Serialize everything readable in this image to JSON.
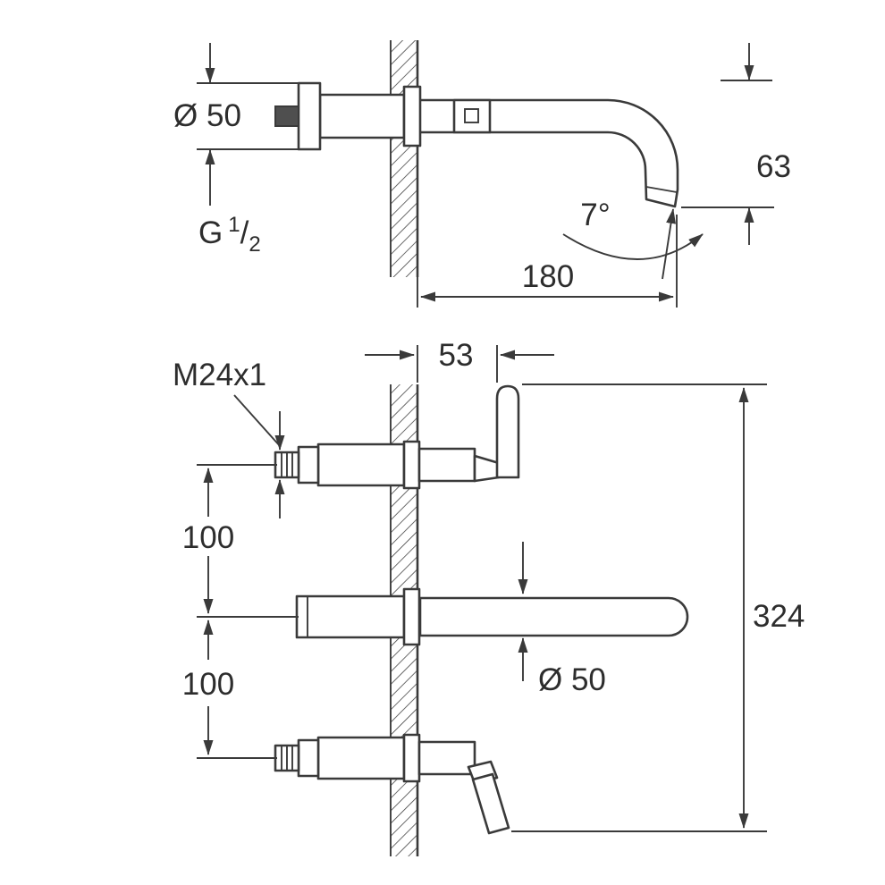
{
  "meta": {
    "line_color": "#3a3a3a",
    "background_color": "#ffffff"
  },
  "top_view": {
    "diameter_label": "Ø 50",
    "thread_label_g": "G",
    "thread_label_num": "1",
    "thread_label_slash": "/",
    "thread_label_den": "2",
    "spout_height_label": "63",
    "spout_angle_label": "7°",
    "spout_projection_label": "180"
  },
  "front_view": {
    "wall_depth_label": "53",
    "thread_label": "M24x1",
    "upper_spacing_label": "100",
    "lower_spacing_label": "100",
    "diameter_label": "Ø 50",
    "total_height_label": "324"
  }
}
